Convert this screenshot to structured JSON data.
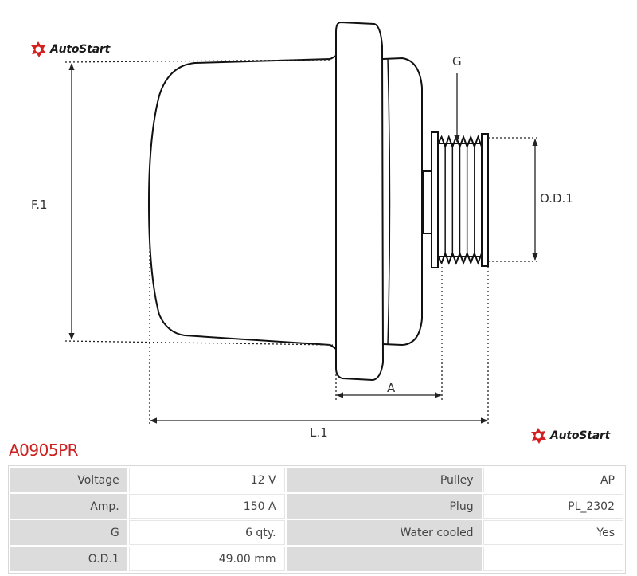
{
  "brand": {
    "name": "AutoStart",
    "accent_color": "#d42020",
    "icon": "autostart-logo-icon"
  },
  "drawing": {
    "labels": {
      "g": "G",
      "f1": "F.1",
      "od1": "O.D.1",
      "a": "A",
      "l1": "L.1"
    }
  },
  "part_code": "A0905PR",
  "specs": [
    {
      "left_label": "Voltage",
      "left_value": "12 V",
      "right_label": "Pulley",
      "right_value": "AP"
    },
    {
      "left_label": "Amp.",
      "left_value": "150 A",
      "right_label": "Plug",
      "right_value": "PL_2302"
    },
    {
      "left_label": "G",
      "left_value": "6 qty.",
      "right_label": "Water cooled",
      "right_value": "Yes"
    },
    {
      "left_label": "O.D.1",
      "left_value": "49.00 mm",
      "right_label": "",
      "right_value": ""
    }
  ]
}
